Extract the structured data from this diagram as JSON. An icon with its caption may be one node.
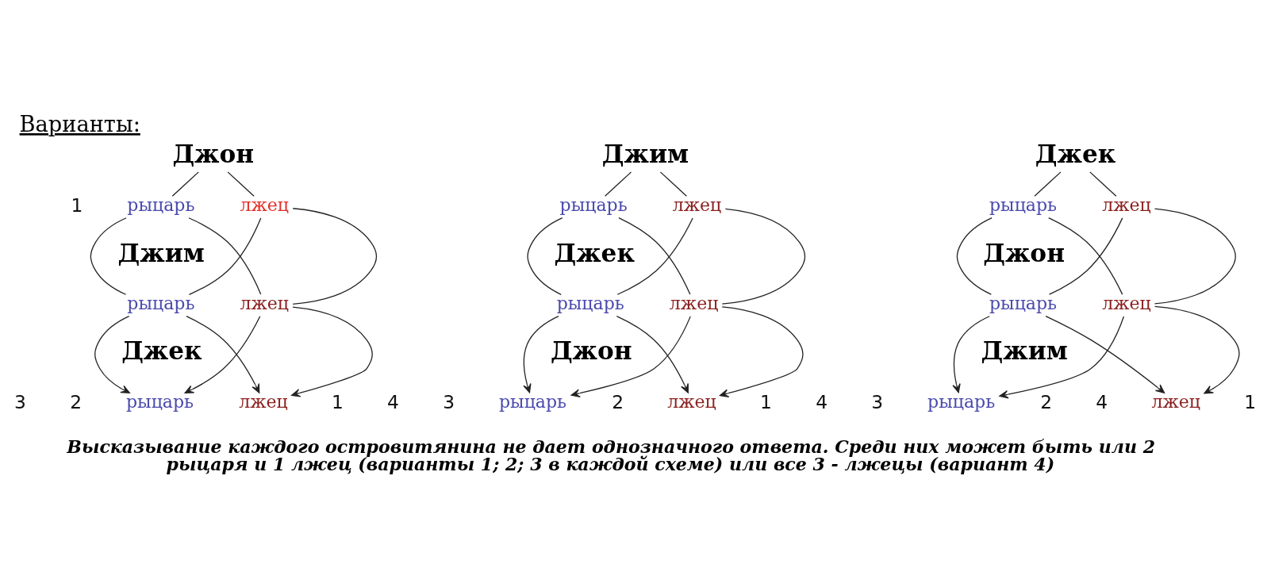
{
  "diagram": {
    "title": "Варианты:",
    "caption": "Высказывание каждого островитянина не дает однозначного ответа. Среди них может быть или 2 рыцаря и 1 лжец (варианты 1; 2; 3 в каждой схеме) или все 3 - лжецы (вариант 4)",
    "nodes": [
      {
        "text": [
          "Джон"
        ]
      },
      {
        "text": [
          "рыцарь"
        ]
      },
      {
        "text": [
          "лжец"
        ]
      },
      {
        "text": [
          "Джим"
        ]
      },
      {
        "text": [
          "рыцарь"
        ]
      },
      {
        "text": [
          "лжец"
        ]
      },
      {
        "text": [
          "Джек"
        ]
      },
      {
        "text": [
          "рыцарь"
        ]
      },
      {
        "text": [
          "лжец"
        ]
      },
      {
        "text": [
          "Джим"
        ]
      },
      {
        "text": [
          "рыцарь"
        ]
      },
      {
        "text": [
          "лжец"
        ]
      },
      {
        "text": [
          "Джек"
        ]
      },
      {
        "text": [
          "рыцарь"
        ]
      },
      {
        "text": [
          "лжец"
        ]
      },
      {
        "text": [
          "Джон"
        ]
      },
      {
        "text": [
          "рыцарь"
        ]
      },
      {
        "text": [
          "лжец"
        ]
      },
      {
        "text": [
          "Джек"
        ]
      },
      {
        "text": [
          "рыцарь"
        ]
      },
      {
        "text": [
          "лжец"
        ]
      },
      {
        "text": [
          "Джон"
        ]
      },
      {
        "text": [
          "рыцарь"
        ]
      },
      {
        "text": [
          "лжец"
        ]
      },
      {
        "text": [
          "Джим"
        ]
      },
      {
        "text": [
          "рыцарь"
        ]
      },
      {
        "text": [
          "лжец"
        ]
      }
    ],
    "edges": [
      {
        "from": 0,
        "to": 1,
        "arrow": "none"
      },
      {
        "from": 0,
        "to": 2,
        "arrow": "none"
      },
      {
        "from": 1,
        "to": 4,
        "arrow": "none"
      },
      {
        "from": 1,
        "to": 5,
        "arrow": "none"
      },
      {
        "from": 2,
        "to": 4,
        "arrow": "none"
      },
      {
        "from": 2,
        "to": 5,
        "arrow": "none"
      },
      {
        "from": 4,
        "to": 7,
        "arrow": "to"
      },
      {
        "from": 4,
        "to": 8,
        "arrow": "to"
      },
      {
        "from": 5,
        "to": 7,
        "arrow": "to"
      },
      {
        "from": 5,
        "to": 8,
        "arrow": "to"
      },
      {
        "from": 9,
        "to": 10,
        "arrow": "none"
      },
      {
        "from": 9,
        "to": 11,
        "arrow": "none"
      },
      {
        "from": 10,
        "to": 13,
        "arrow": "none"
      },
      {
        "from": 10,
        "to": 14,
        "arrow": "none"
      },
      {
        "from": 11,
        "to": 13,
        "arrow": "none"
      },
      {
        "from": 11,
        "to": 14,
        "arrow": "none"
      },
      {
        "from": 13,
        "to": 16,
        "arrow": "to"
      },
      {
        "from": 13,
        "to": 17,
        "arrow": "to"
      },
      {
        "from": 14,
        "to": 16,
        "arrow": "to"
      },
      {
        "from": 14,
        "to": 17,
        "arrow": "to"
      },
      {
        "from": 18,
        "to": 19,
        "arrow": "none"
      },
      {
        "from": 18,
        "to": 20,
        "arrow": "none"
      },
      {
        "from": 19,
        "to": 22,
        "arrow": "none"
      },
      {
        "from": 19,
        "to": 23,
        "arrow": "none"
      },
      {
        "from": 20,
        "to": 22,
        "arrow": "none"
      },
      {
        "from": 20,
        "to": 23,
        "arrow": "none"
      },
      {
        "from": 22,
        "to": 25,
        "arrow": "to"
      },
      {
        "from": 22,
        "to": 26,
        "arrow": "to"
      },
      {
        "from": 23,
        "to": 25,
        "arrow": "to"
      },
      {
        "from": 23,
        "to": 26,
        "arrow": "to"
      }
    ],
    "labels": [
      "1",
      "3",
      "2",
      "1",
      "4",
      "3",
      "2",
      "1",
      "4",
      "3",
      "2",
      "4",
      "1"
    ]
  }
}
